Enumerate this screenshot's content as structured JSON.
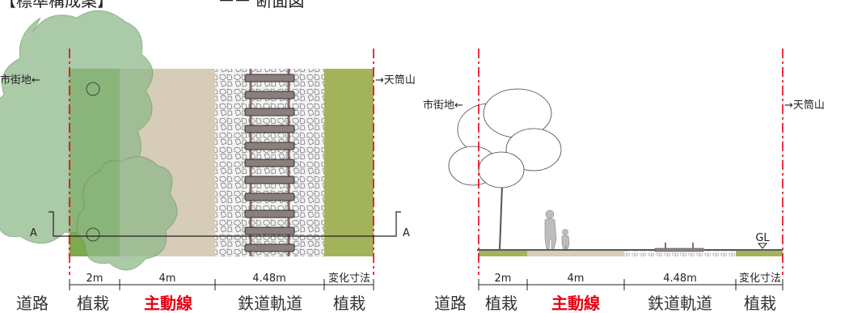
{
  "header": {
    "title": "【標準構成案】",
    "subtitle": "ーー 断面図"
  },
  "plan": {
    "left_direction": "市街地←",
    "right_direction": "→天筒山",
    "section_marker": "A",
    "dimensions": [
      "2m",
      "4m",
      "4.48m",
      "変化寸法"
    ],
    "zones": [
      "道路",
      "植栽",
      "主動線",
      "鉄道軌道",
      "植栽"
    ]
  },
  "section": {
    "left_direction": "市街地←",
    "right_direction": "→天筒山",
    "ground_label": "GL",
    "dimensions": [
      "2m",
      "4m",
      "4.48m",
      "変化寸法"
    ],
    "zones": [
      "道路",
      "植栽",
      "主動線",
      "鉄道軌道",
      "植栽"
    ]
  },
  "colors": {
    "planting": "#a3b35a",
    "planting_dark": "#8fae56",
    "path": "#d8cdb9",
    "tree_canopy": "#8fb98a",
    "boundary_line": "#e60012",
    "highlight_text": "#e60012",
    "ties": "#8a7f7c"
  }
}
